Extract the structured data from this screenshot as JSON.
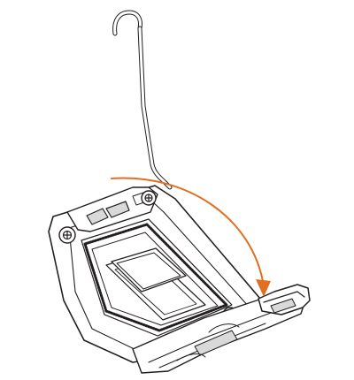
{
  "figure": {
    "colors": {
      "line": "#231f20",
      "fill": "#ffffff",
      "arrow": "#e07020",
      "shade": "#d9d9d9"
    },
    "parts": [
      "load-lever",
      "cpu-socket",
      "load-plate",
      "lever-hook"
    ],
    "motion": "lever-closing-arc"
  }
}
